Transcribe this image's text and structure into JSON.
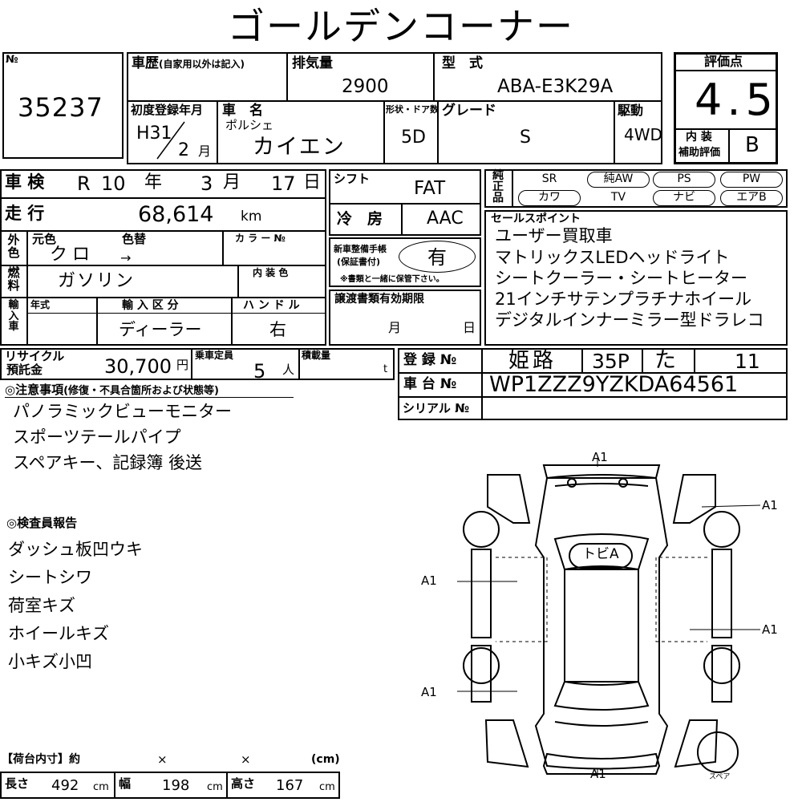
{
  "title": "ゴールデンコーナー",
  "no": {
    "label": "№",
    "value": "35237"
  },
  "history": {
    "label": "車歴",
    "note": "(自家用以外は記入)"
  },
  "displacement": {
    "label": "排気量",
    "value": "2900"
  },
  "model_code": {
    "label": "型　式",
    "value": "ABA-E3K29A"
  },
  "score": {
    "label": "評価点",
    "value": "4.5",
    "interior_label_1": "内 装",
    "interior_label_2": "補助評価",
    "interior_value": "B"
  },
  "first_reg": {
    "label": "初度登録年月",
    "year": "H31",
    "month": "2",
    "month_unit": "月"
  },
  "car_name": {
    "label": "車　名",
    "maker": "ポルシェ",
    "value": "カイエン"
  },
  "body": {
    "label": "形状・ドア数",
    "value": "5D"
  },
  "grade": {
    "label": "グレード",
    "value": "S"
  },
  "drive": {
    "label": "駆動",
    "value": "4WD"
  },
  "inspection": {
    "label": "車 検",
    "era": "R",
    "year": "10",
    "year_unit": "年",
    "month": "3",
    "month_unit": "月",
    "day": "17",
    "day_unit": "日"
  },
  "mileage": {
    "label": "走 行",
    "value": "68,614",
    "unit": "km"
  },
  "shift": {
    "label": "シフト",
    "value": "FAT"
  },
  "aircon": {
    "label": "冷　房",
    "value": "AAC"
  },
  "exterior": {
    "label_side": "外色",
    "orig_label": "元色",
    "change_label": "色替",
    "orig_value": "クロ",
    "arrow": "→",
    "color_no_label": "カ ラ ー №"
  },
  "fuel": {
    "label_side": "燃料",
    "value": "ガソリン",
    "interior_color_label": "内 装 色"
  },
  "warranty": {
    "label_1": "新車整備手帳",
    "label_2": "(保証書付)",
    "value": "有",
    "note": "※書類と一緒に保管下さい。"
  },
  "import": {
    "label_side": "輸入車",
    "year_label": "年式",
    "type_label": "輸 入 区 分",
    "type_value": "ディーラー",
    "handle_label": "ハ ン ド ル",
    "handle_value": "右"
  },
  "docs": {
    "label": "譲渡書類有効期限",
    "month_unit": "月",
    "day_unit": "日"
  },
  "equipment": {
    "label_side": "純正品",
    "items_row1": [
      "SR",
      "純AW",
      "PS",
      "PW"
    ],
    "items_row2": [
      "カワ",
      "TV",
      "ナビ",
      "エアB"
    ]
  },
  "sales": {
    "label": "セールスポイント",
    "points": [
      "ユーザー買取車",
      "マトリックスLEDヘッドライト",
      "シートクーラー・シートヒーター",
      "21インチサテンプラチナホイール",
      "デジタルインナーミラー型ドラレコ"
    ]
  },
  "recycle": {
    "label_1": "リサイクル",
    "label_2": "預託金",
    "value": "30,700",
    "unit": "円"
  },
  "capacity": {
    "label": "乗車定員",
    "value": "5",
    "unit": "人"
  },
  "load": {
    "label": "積載量",
    "unit": "t"
  },
  "registration": {
    "label": "登 録 №",
    "place": "姫路",
    "class": "35P",
    "kana": "た",
    "number": "11"
  },
  "chassis": {
    "label": "車 台 №",
    "value": "WP1ZZZ9YZKDA64561"
  },
  "serial": {
    "label": "シリアル №"
  },
  "notes": {
    "label": "◎注意事項",
    "sub": "(修復・不具合箇所および状態等)",
    "items": [
      "パノラミックビューモニター",
      "スポーツテールパイプ",
      "スペアキー、記録簿 後送"
    ]
  },
  "inspector": {
    "label": "◎検査員報告",
    "items": [
      "ダッシュ板凹ウキ",
      "シートシワ",
      "荷室キズ",
      "ホイールキズ",
      "小キズ小凹"
    ]
  },
  "diagram": {
    "marks": [
      "A1",
      "A1",
      "A1",
      "A1",
      "A1",
      "A1"
    ],
    "roof_label": "トビA",
    "spare_label": "スペア"
  },
  "cargo": {
    "label": "【荷台内寸】約",
    "x1": "×",
    "x2": "×",
    "unit": "(cm)",
    "length_label": "長さ",
    "length_value": "492",
    "width_label": "幅",
    "width_value": "198",
    "height_label": "高さ",
    "height_value": "167",
    "cm": "cm"
  }
}
